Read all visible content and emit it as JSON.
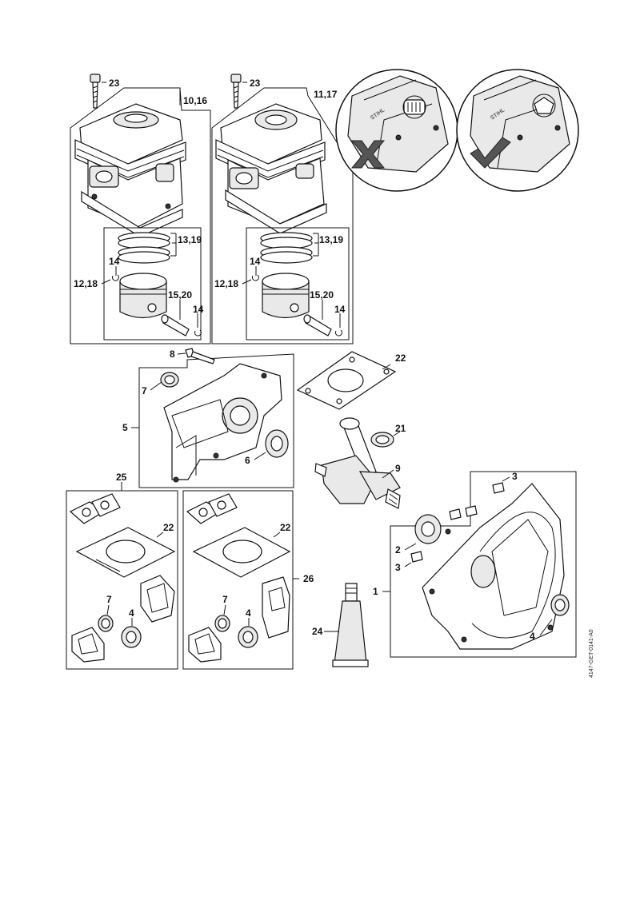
{
  "callouts": {
    "c23a": "23",
    "c1016": "10,16",
    "c23b": "23",
    "c1117": "11,17",
    "c1319a": "13,19",
    "c14a": "14",
    "c1218a": "12,18",
    "c1520a": "15,20",
    "c14b": "14",
    "c1319b": "13,19",
    "c14c": "14",
    "c1218b": "12,18",
    "c1520b": "15,20",
    "c14d": "14",
    "c8": "8",
    "c7a": "7",
    "c5": "5",
    "c6": "6",
    "c22a": "22",
    "c21": "21",
    "c9": "9",
    "c25": "25",
    "c22b": "22",
    "c7b": "7",
    "c4a": "4",
    "c22c": "22",
    "c7c": "7",
    "c4b": "4",
    "c26": "26",
    "c24": "24",
    "c1": "1",
    "c3a": "3",
    "c2": "2",
    "c3b": "3",
    "c4c": "4"
  },
  "reference_code": "4147-GET-0141-A0",
  "brand_mark": "STIHL",
  "icons": {
    "incorrect": "cross-mark-icon",
    "correct": "check-mark-icon"
  }
}
